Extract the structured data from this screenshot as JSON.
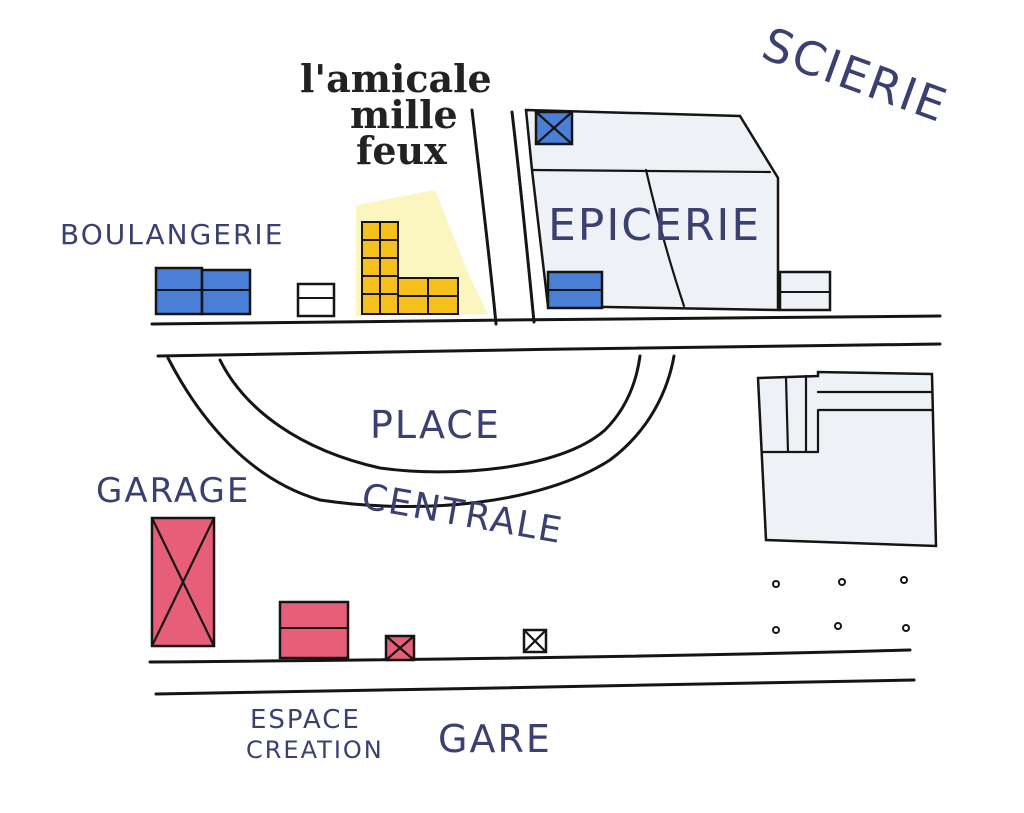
{
  "logo": {
    "line1": "l'amicale",
    "line2": "mille",
    "line3": "feux"
  },
  "labels": {
    "boulangerie": "BOULANGERIE",
    "epicerie": "EPICERIE",
    "scierie": "SCIERIE",
    "place": "PLACE",
    "centrale": "CENTRALE",
    "garage": "GARAGE",
    "espace_line1": "ESPACE",
    "espace_line2": "CREATION",
    "gare": "GARE"
  },
  "colors": {
    "blue": "#4a7fd6",
    "yellow": "#f5bf1c",
    "pale_yellow": "#fbf6bf",
    "pink": "#e65e78",
    "light_gray": "#eef1f5",
    "ink": "#151515",
    "label_ink": "#3a4070"
  }
}
